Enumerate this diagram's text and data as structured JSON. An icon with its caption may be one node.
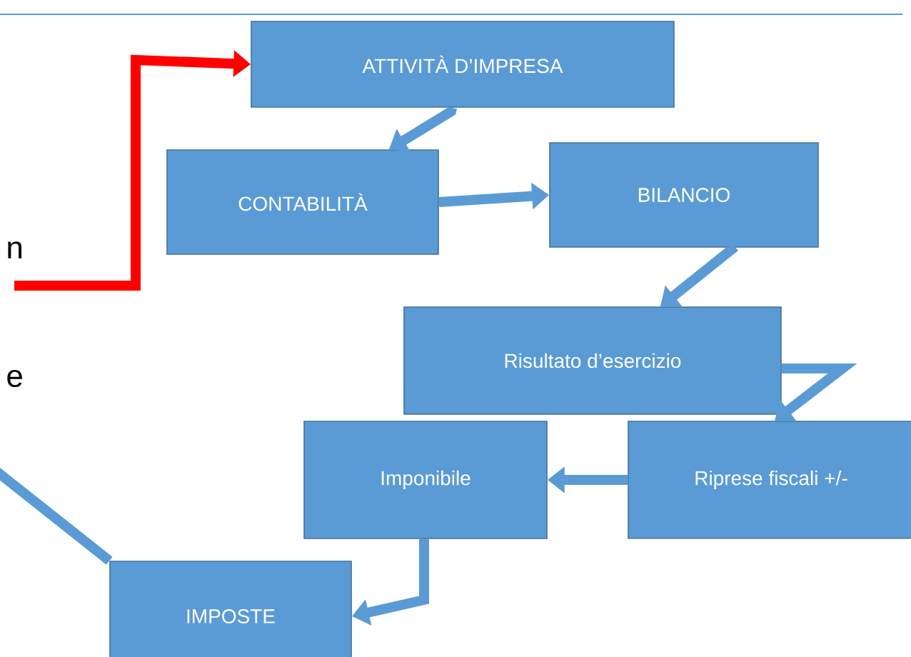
{
  "diagram": {
    "nodes": [
      {
        "text": [
          "ATTIVITÀ D’IMPRESA"
        ]
      },
      {
        "text": [
          "CONTABILITÀ"
        ]
      },
      {
        "text": [
          "BILANCIO"
        ]
      },
      {
        "text": [
          "Risultato  d’esercizio"
        ]
      },
      {
        "text": [
          "Riprese fiscali +/-"
        ]
      },
      {
        "text": [
          "Imponibile"
        ]
      },
      {
        "text": [
          "IMPOSTE"
        ]
      }
    ],
    "edges": [
      {
        "from": null,
        "to": 0,
        "arrow": "to",
        "color": "#ff0000"
      },
      {
        "from": 0,
        "to": 1,
        "arrow": "to"
      },
      {
        "from": 1,
        "to": 2,
        "arrow": "to"
      },
      {
        "from": 2,
        "to": 3,
        "arrow": "to"
      },
      {
        "from": 3,
        "to": 4,
        "arrow": "to"
      },
      {
        "from": 4,
        "to": 5,
        "arrow": "to"
      },
      {
        "from": 5,
        "to": 6,
        "arrow": "to"
      },
      {
        "from": null,
        "to": 6,
        "arrow": "none"
      }
    ],
    "labels": [
      "n",
      "e"
    ]
  }
}
